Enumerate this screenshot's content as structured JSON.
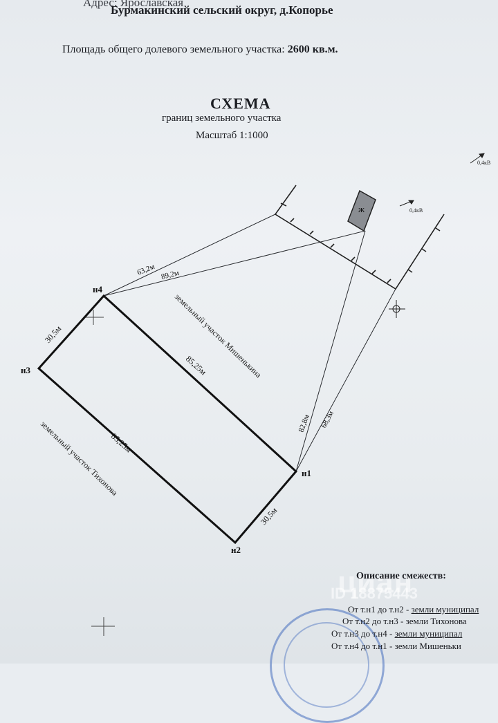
{
  "header": {
    "address_line1": "Адрес: Ярославская",
    "address_line2": "Бурмакинский сельский округ, д.Копорье",
    "area_label": "Площадь общего долевого земельного участка:",
    "area_value": "2600 кв.м."
  },
  "schema": {
    "title": "СХЕМА",
    "subtitle": "границ земельного участка",
    "scale": "Масштаб 1:1000"
  },
  "plan": {
    "points": [
      "н1",
      "н2",
      "н3",
      "н4"
    ],
    "building_label": "ж",
    "power_label_1": "0,4кВ",
    "power_label_2": "0,4кВ",
    "dims": {
      "top": "85,25м",
      "bottom": "85,25м",
      "left": "30,5м",
      "right": "30,5м",
      "ref_a": "63,2м",
      "ref_b": "89,2м",
      "ref_c": "82,8м",
      "ref_d": "68,3м"
    },
    "neighbor_right": "земельный участок Мишенькина",
    "neighbor_left": "земельный участок Тихонова"
  },
  "adjacency": {
    "title": "Описание смежеств:",
    "rows": [
      {
        "from": "От т.н1 до т.н2 -",
        "to": "земли муниципал"
      },
      {
        "from": "От т.н2 до т.н3 -",
        "to": "земли Тихонова"
      },
      {
        "from": "От т.н3 до т.н4 -",
        "to": "земли муниципал"
      },
      {
        "from": "От т.н4 до т.н1 -",
        "to": "земли Мишеньки"
      }
    ]
  },
  "watermark": {
    "brand": "циан",
    "id": "ID 18875443"
  }
}
